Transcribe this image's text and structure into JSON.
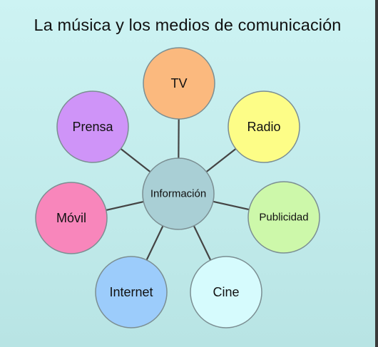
{
  "title": "La música y los medios de comunicación",
  "center": {
    "label": "Información",
    "color": "#a9cfd5"
  },
  "nodes": [
    {
      "id": "tv",
      "label": "TV",
      "color": "#fbb97e"
    },
    {
      "id": "radio",
      "label": "Radio",
      "color": "#fdfd87"
    },
    {
      "id": "publicidad",
      "label": "Publicidad",
      "color": "#cdf8aa"
    },
    {
      "id": "cine",
      "label": "Cine",
      "color": "#d6fbfd"
    },
    {
      "id": "internet",
      "label": "Internet",
      "color": "#9cccfb"
    },
    {
      "id": "movil",
      "label": "Móvil",
      "color": "#f886bb"
    },
    {
      "id": "prensa",
      "label": "Prensa",
      "color": "#cf94f8"
    }
  ]
}
